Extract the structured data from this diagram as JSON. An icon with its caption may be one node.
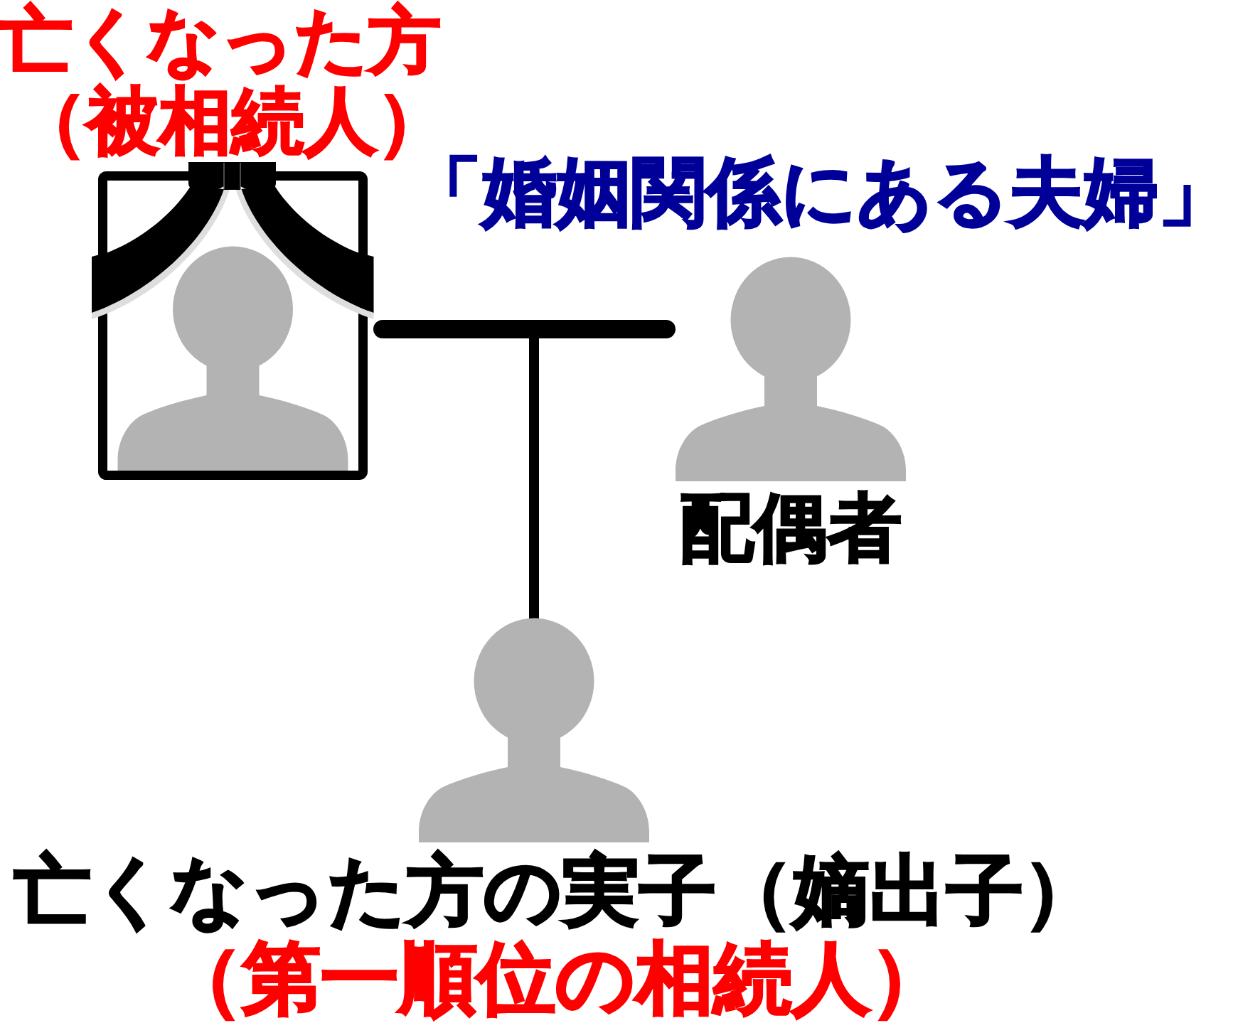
{
  "diagram": {
    "nodes": [
      {
        "text": [],
        "shape": "picture",
        "beside": [
          "亡くなった方",
          "（被相続人）"
        ]
      },
      {
        "text": [],
        "shape": "person",
        "beside": [
          "配偶者"
        ]
      },
      {
        "text": [],
        "shape": "person",
        "beside": [
          "亡くなった方の実子（嫡出子）",
          "（第一順位の相続人）"
        ]
      }
    ],
    "edges": [
      {
        "from": 0,
        "to": 1,
        "arrow": "none",
        "style": "thick"
      },
      {
        "from": 0,
        "to": 2,
        "arrow": "none"
      },
      {
        "from": 1,
        "to": 2,
        "arrow": "none"
      }
    ],
    "labels": [
      "「婚姻関係にある夫婦」"
    ]
  }
}
